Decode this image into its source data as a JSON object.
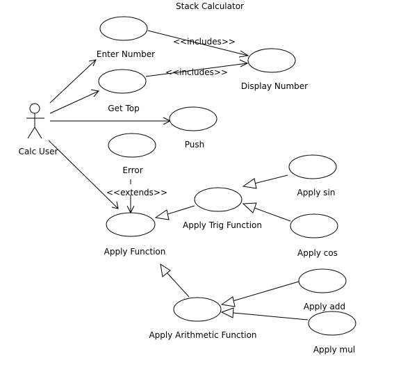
{
  "diagram": {
    "title": "Stack Calculator",
    "actor": {
      "label": "Calc User"
    },
    "use_cases": {
      "enter_number": "Enter Number",
      "get_top": "Get Top",
      "display_number": "Display Number",
      "push": "Push",
      "error": "Error",
      "apply_function": "Apply Function",
      "apply_trig_function": "Apply Trig Function",
      "apply_sin": "Apply sin",
      "apply_cos": "Apply cos",
      "apply_arithmetic_function": "Apply Arithmetic Function",
      "apply_add": "Apply add",
      "apply_mul": "Apply mul"
    },
    "stereotypes": {
      "includes_1": "<<includes>>",
      "includes_2": "<<includes>>",
      "extends": "<<extends>>"
    }
  }
}
